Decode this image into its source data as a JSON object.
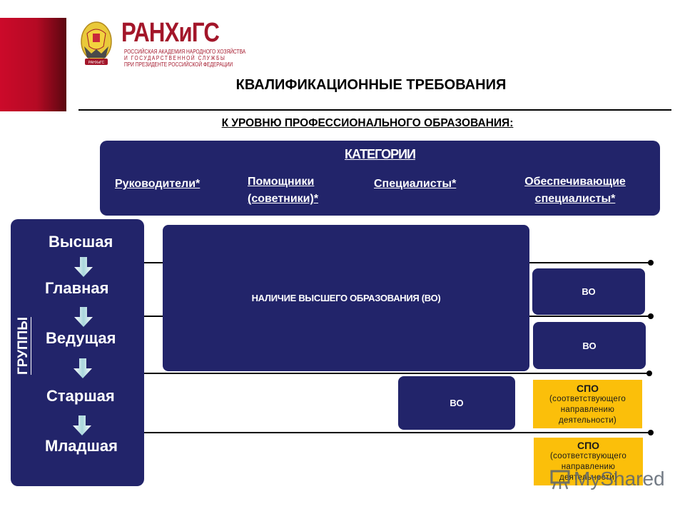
{
  "header": {
    "logo": {
      "name": "РАНХиГС",
      "subtitle_lines": [
        "РОССИЙСКАЯ АКАДЕМИЯ НАРОДНОГО ХОЗЯЙСТВА",
        "И ГОСУДАРСТВЕННОЙ СЛУЖБЫ",
        "ПРИ ПРЕЗИДЕНТЕ РОССИЙСКОЙ ФЕДЕРАЦИИ"
      ],
      "emblem_ribbon": "РАНХиГС"
    },
    "title": "КВАЛИФИКАЦИОННЫЕ ТРЕБОВАНИЯ",
    "subtitle": "К УРОВНЮ ПРОФЕССИОНАЛЬНОГО ОБРАЗОВАНИЯ:"
  },
  "categories": {
    "title": "КАТЕГОРИИ",
    "items": [
      {
        "line1": "Руководители*",
        "line2": ""
      },
      {
        "line1": "Помощники",
        "line2": "(советники)*"
      },
      {
        "line1": "Специалисты*",
        "line2": ""
      },
      {
        "line1": "Обеспечивающие",
        "line2": "специалисты*"
      }
    ]
  },
  "groups": {
    "vertical_label": "ГРУППЫ",
    "items": [
      "Высшая",
      "Главная",
      "Ведущая",
      "Старшая",
      "Младшая"
    ]
  },
  "requirements": {
    "main": "НАЛИЧИЕ ВЫСШЕГО ОБРАЗОВАНИЯ (ВО)",
    "vo_label": "ВО",
    "spo_title": "СПО",
    "spo_sub": [
      "(соответствующего",
      "направлению",
      "деятельности)"
    ]
  },
  "colors": {
    "navy": "#22246a",
    "red": "#cc0a2a",
    "yellow": "#fbbf0a",
    "brand_text": "#a3162a"
  },
  "watermark": "MyShared"
}
